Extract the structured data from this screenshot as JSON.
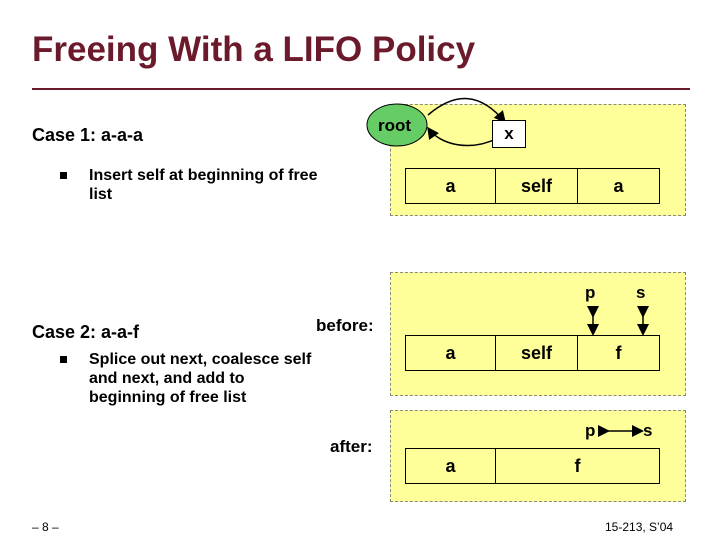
{
  "title": "Freeing With a LIFO Policy",
  "case1": {
    "heading": "Case 1: a-a-a",
    "bullet": "Insert self at beginning of free list",
    "root_label": "root",
    "x_label": "x",
    "cells": [
      "a",
      "self",
      "a"
    ]
  },
  "case2": {
    "heading": "Case 2: a-a-f",
    "bullet": "Splice out next, coalesce self and next, and add to beginning of free list",
    "before_label": "before:",
    "after_label": "after:",
    "before": {
      "p": "p",
      "s": "s",
      "cells": [
        "a",
        "self",
        "f"
      ]
    },
    "after": {
      "p": "p",
      "s": "s",
      "cells": [
        "a",
        "f"
      ]
    }
  },
  "footer": {
    "page": "– 8 –",
    "course": "15-213, S’04"
  },
  "colors": {
    "title": "#6b1a2b",
    "panel": "#ffff99",
    "root_node": "#66cc66"
  }
}
